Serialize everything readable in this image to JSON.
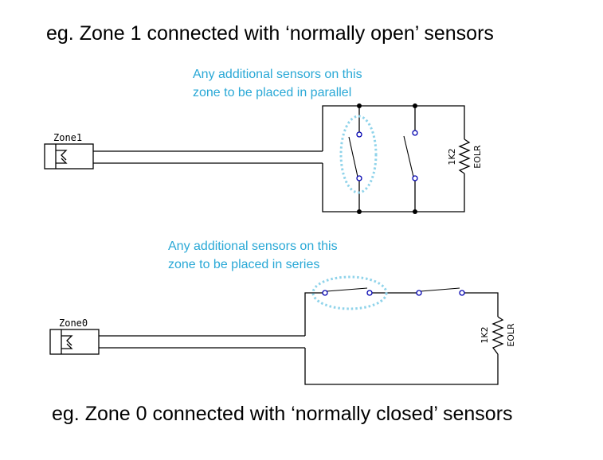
{
  "headings": {
    "top": "eg. Zone 1 connected with ‘normally open’ sensors",
    "bottom": "eg. Zone 0 connected with ‘normally closed’ sensors"
  },
  "notes": {
    "parallel": {
      "line1": "Any additional sensors on this",
      "line2": "zone to be placed in parallel"
    },
    "series": {
      "line1": "Any additional sensors on this",
      "line2": "zone to be placed in series"
    }
  },
  "circuits": {
    "zone1": {
      "connector_label": "Zone1",
      "resistor_value": "1K2",
      "resistor_name": "EOLR"
    },
    "zone0": {
      "connector_label": "Zone0",
      "resistor_value": "1K2",
      "resistor_name": "EOLR"
    }
  },
  "colors": {
    "annotation": "#29a8d6",
    "highlight": "#8fd3ea",
    "switch_contact": "#0000b0",
    "wire": "#000000"
  }
}
